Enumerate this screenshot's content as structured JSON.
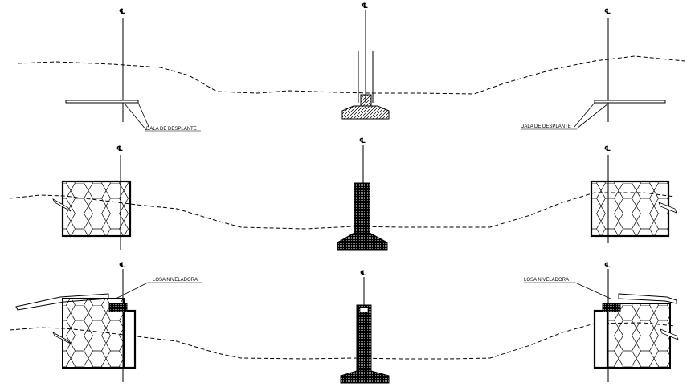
{
  "centerline_symbol": "℄",
  "labels": {
    "dala_left": "DALA DE DESPLANTE",
    "dala_right": "DALA DE DESPLANTE",
    "losa_left": "LOSA NIVELADORA",
    "losa_right": "LOSA NIVELADORA"
  },
  "colors": {
    "line": "#000000",
    "background": "#ffffff"
  }
}
